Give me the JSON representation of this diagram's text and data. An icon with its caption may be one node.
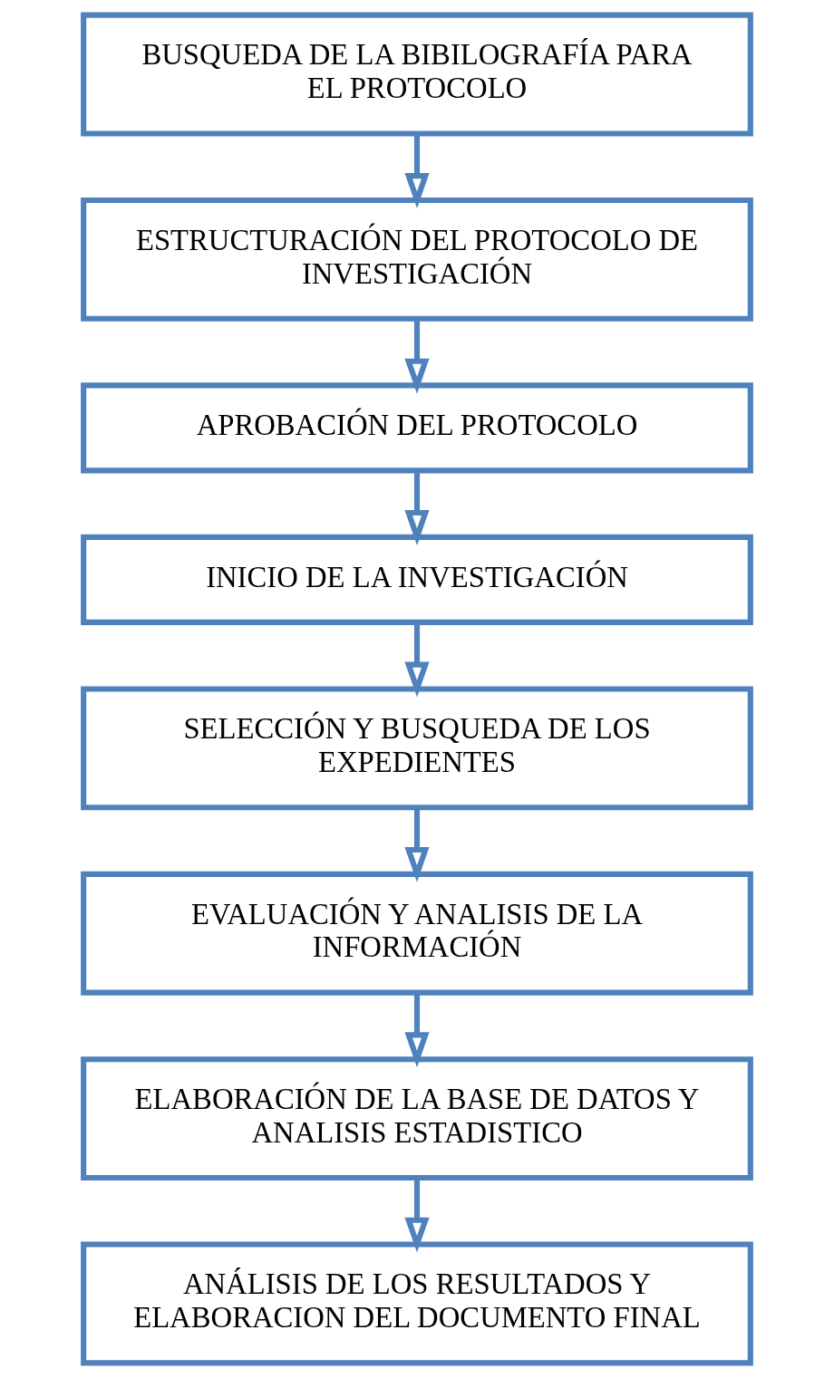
{
  "diagram": {
    "nodes": [
      {
        "text": [
          "BUSQUEDA DE LA BIBILOGRAFÍA PARA EL PROTOCOLO"
        ]
      },
      {
        "text": [
          "ESTRUCTURACIÓN DEL PROTOCOLO DE INVESTIGACIÓN"
        ]
      },
      {
        "text": [
          "APROBACIÓN DEL PROTOCOLO"
        ]
      },
      {
        "text": [
          "INICIO DE LA INVESTIGACIÓN"
        ]
      },
      {
        "text": [
          "SELECCIÓN Y BUSQUEDA DE LOS EXPEDIENTES"
        ]
      },
      {
        "text": [
          "EVALUACIÓN Y ANALISIS DE LA INFORMACIÓN"
        ]
      },
      {
        "text": [
          "ELABORACIÓN DE LA BASE DE DATOS Y ANALISIS ESTADISTICO"
        ]
      },
      {
        "text": [
          "ANÁLISIS DE LOS RESULTADOS Y ELABORACION DEL DOCUMENTO FINAL"
        ]
      }
    ],
    "edges": [
      {
        "from": 0,
        "to": 1,
        "arrow": "to"
      },
      {
        "from": 1,
        "to": 2,
        "arrow": "to"
      },
      {
        "from": 2,
        "to": 3,
        "arrow": "to"
      },
      {
        "from": 3,
        "to": 4,
        "arrow": "to"
      },
      {
        "from": 4,
        "to": 5,
        "arrow": "to"
      },
      {
        "from": 5,
        "to": 6,
        "arrow": "to"
      },
      {
        "from": 6,
        "to": 7,
        "arrow": "to"
      }
    ]
  }
}
